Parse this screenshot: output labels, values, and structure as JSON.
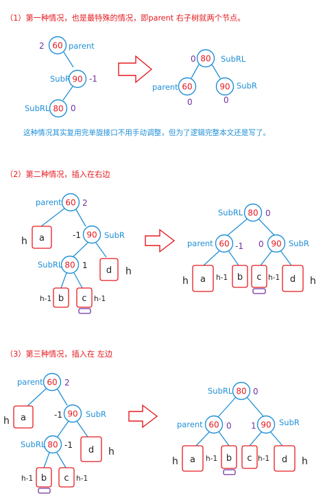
{
  "sections": [
    {
      "heading": "（1）第一种情况，也是最特殊的情况，即parent 右子树就两个节点。",
      "note": "这种情况其实复用完单旋接口不用手动调整，但为了逻辑完整本文还是写了。",
      "before": {
        "parent": {
          "value": "60",
          "name": "parent",
          "bf": "2"
        },
        "subr": {
          "value": "90",
          "name": "SubR",
          "bf": "-1"
        },
        "subrl": {
          "value": "80",
          "name": "SubRL",
          "bf": "0"
        }
      },
      "after": {
        "root": {
          "value": "80",
          "name": "SubRL",
          "bf": "0"
        },
        "left": {
          "value": "60",
          "name": "parent",
          "bf": "0"
        },
        "right": {
          "value": "90",
          "name": "SubR",
          "bf": "0"
        }
      }
    },
    {
      "heading": "（2）第二种情况，插入在右边",
      "before": {
        "parent": {
          "value": "60",
          "name": "parent",
          "bf": "2"
        },
        "subr": {
          "value": "90",
          "name": "SubR",
          "bf": "-1"
        },
        "subrl": {
          "value": "80",
          "name": "SubRL",
          "bf": "1"
        },
        "boxes": {
          "a": "a",
          "b": "b",
          "c": "c",
          "d": "d",
          "h": "h",
          "h1": "h-1"
        }
      },
      "after": {
        "root": {
          "value": "80",
          "name": "SubRL",
          "bf": "0"
        },
        "left": {
          "value": "60",
          "name": "parent",
          "bf": "-1"
        },
        "right": {
          "value": "90",
          "name": "SubR",
          "bf": "0"
        }
      }
    },
    {
      "heading": "（3）第三种情况，插入在 左边",
      "before": {
        "parent": {
          "value": "60",
          "name": "parent",
          "bf": "2"
        },
        "subr": {
          "value": "90",
          "name": "SubR",
          "bf": "-1"
        },
        "subrl": {
          "value": "80",
          "name": "SubRL",
          "bf": "-1"
        },
        "boxes": {
          "a": "a",
          "b": "b",
          "c": "c",
          "d": "d",
          "h": "h",
          "h1": "h-1"
        }
      },
      "after": {
        "root": {
          "value": "80",
          "name": "SubRL",
          "bf": "0"
        },
        "left": {
          "value": "60",
          "name": "parent",
          "bf": "0"
        },
        "right": {
          "value": "90",
          "name": "SubR",
          "bf": "1"
        }
      }
    }
  ]
}
